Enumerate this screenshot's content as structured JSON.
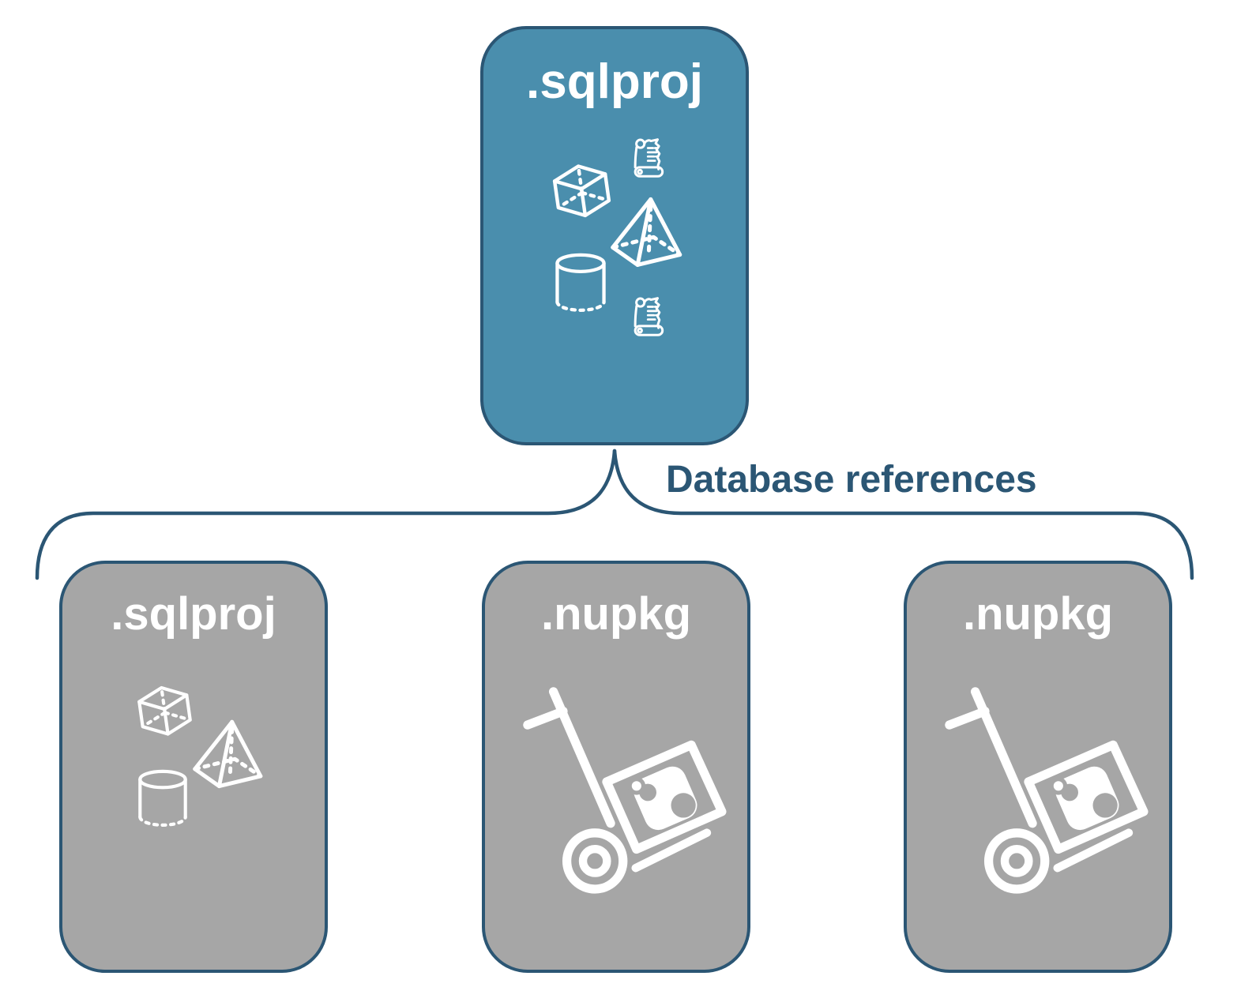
{
  "diagram": {
    "title_box": {
      "label": ".sqlproj",
      "icons": [
        "sql-script-icon",
        "cube-icon",
        "pyramid-icon",
        "cylinder-icon",
        "sql-script-icon"
      ]
    },
    "edge_label": "Database references",
    "children": [
      {
        "label": ".sqlproj",
        "icons": [
          "cube-icon",
          "pyramid-icon",
          "cylinder-icon"
        ]
      },
      {
        "label": ".nupkg",
        "icons": [
          "package-dolly-icon"
        ]
      },
      {
        "label": ".nupkg",
        "icons": [
          "package-dolly-icon"
        ]
      }
    ]
  },
  "colors": {
    "accent_teal": "#4A8EAD",
    "outline_navy": "#2B5674",
    "box_gray": "#A6A6A6",
    "icon_white": "#FFFFFF",
    "background": "#FFFFFF"
  }
}
